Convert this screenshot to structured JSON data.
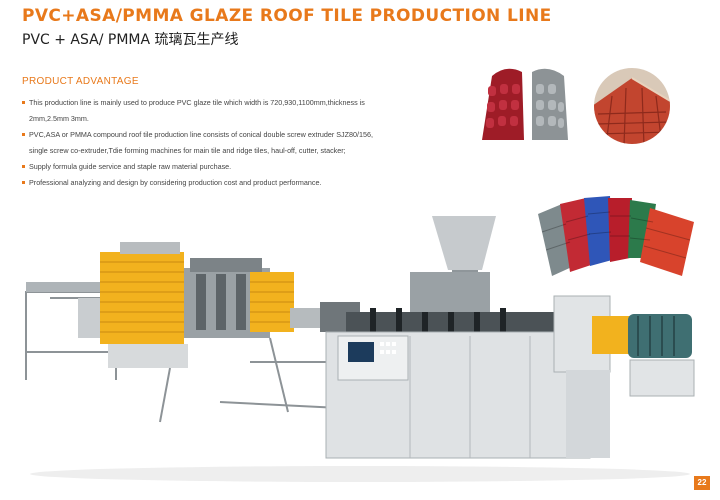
{
  "header": {
    "title": "PVC+ASA/PMMA GLAZE ROOF TILE PRODUCTION LINE",
    "subtitle": "PVC + ASA/ PMMA 琉璃瓦生产线"
  },
  "advantage": {
    "heading": "PRODUCT ADVANTAGE",
    "items": [
      "This production line is mainly used to produce PVC glaze tile which width is 720,930,1100mm,thickness is",
      "2mm,2.5mm 3mm.",
      "PVC,ASA or PMMA compound roof tile production line consists of conical double screw extruder SJZ80/156,",
      "single screw co-extruder,Tdie forming machines for main tile and ridge tiles, haul-off, cutter, stacker;",
      "Supply formula guide service and staple raw material purchase.",
      "Professional analyzing and design by considering production cost and product performance."
    ]
  },
  "colors": {
    "accent": "#e8791b",
    "machine_yellow": "#f2b21e",
    "tile_red": "#b8232e",
    "motor_teal": "#3f6f72"
  },
  "page_number": "22"
}
